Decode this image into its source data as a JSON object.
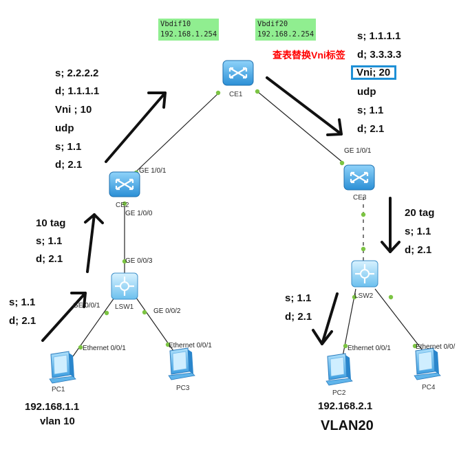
{
  "vbdif": [
    {
      "name": "Vbdif10",
      "ip": "192.168.1.254"
    },
    {
      "name": "Vbdif20",
      "ip": "192.168.2.254"
    }
  ],
  "devices": {
    "ce1": "CE1",
    "ce2": "CE2",
    "ce3": "CE3",
    "lsw1": "LSW1",
    "lsw2": "LSW2",
    "pc1": "PC1",
    "pc2": "PC2",
    "pc3": "PC3",
    "pc4": "PC4"
  },
  "ports": {
    "ce2_up": "GE 1/0/1",
    "ce2_down": "GE 1/0/0",
    "ce3_up": "GE 1/0/1",
    "lsw1_up": "GE 0/0/3",
    "lsw1_pc1": "GE 0/0/1",
    "lsw1_pc3": "GE 0/0/2",
    "pc1_eth": "Ethernet 0/0/1",
    "pc3_eth": "Ethernet 0/0/1",
    "pc2_eth": "Ethernet 0/0/1",
    "pc4_eth": "Ethernet 0/0/"
  },
  "notes": {
    "left_pc": [
      "s; 1.1",
      "d; 2.1"
    ],
    "left_mid": [
      "10 tag",
      "s; 1.1",
      "d; 2.1"
    ],
    "left_top": [
      "s; 2.2.2.2",
      "d; 1.1.1.1",
      "Vni ; 10",
      "udp",
      "s; 1.1",
      "d; 2.1"
    ],
    "replace": "查表替换Vni标签",
    "right_top": [
      "s; 1.1.1.1",
      "d; 3.3.3.3",
      "Vni; 20",
      "udp",
      "s; 1.1",
      "d; 2.1"
    ],
    "right_mid": [
      "20 tag",
      "s; 1.1",
      "d; 2.1"
    ],
    "right_pc": [
      "s; 1.1",
      "d; 2.1"
    ]
  },
  "hosts": {
    "pc1_ip": "192.168.1.1",
    "pc1_vlan": "vlan 10",
    "pc2_ip": "192.168.2.1",
    "pc2_vlan": "VLAN20"
  },
  "colors": {
    "link": "#222222",
    "port_dot": "#7cc443",
    "router": "#3aa3e0",
    "vbdif_bg": "#90ee90",
    "vni_box": "#1e90d6",
    "replace_text": "#ff0000"
  }
}
